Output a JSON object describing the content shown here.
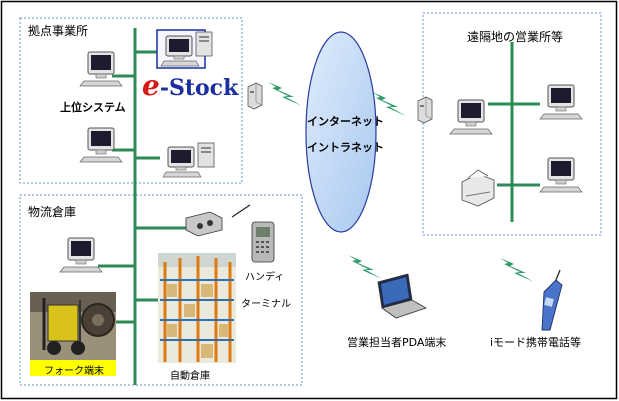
{
  "zones": {
    "hub": "拠点事業所",
    "warehouse": "物流倉庫",
    "remote": "遠隔地の営業所等"
  },
  "labels": {
    "host_system": "上位システム",
    "internet": "インターネット",
    "intranet": "イントラネット",
    "handy_1": "ハンディ",
    "handy_2": "ターミナル",
    "forklift": "フォーク端末",
    "auto_warehouse": "自動倉庫",
    "sales_pda": "営業担当者PDA端末",
    "imode": "iモード携帯電話等"
  },
  "logo": {
    "e": "e",
    "rest": "-Stock"
  },
  "colors": {
    "bus": "#2e8b57",
    "cloud": "#c6ddf8",
    "lightning": "#2e9b6a",
    "logo_e": "#d81818",
    "logo_rest": "#1a2ea0",
    "forklift_label_bg": "#ffff00",
    "zone_border": "#6a8ccc"
  }
}
